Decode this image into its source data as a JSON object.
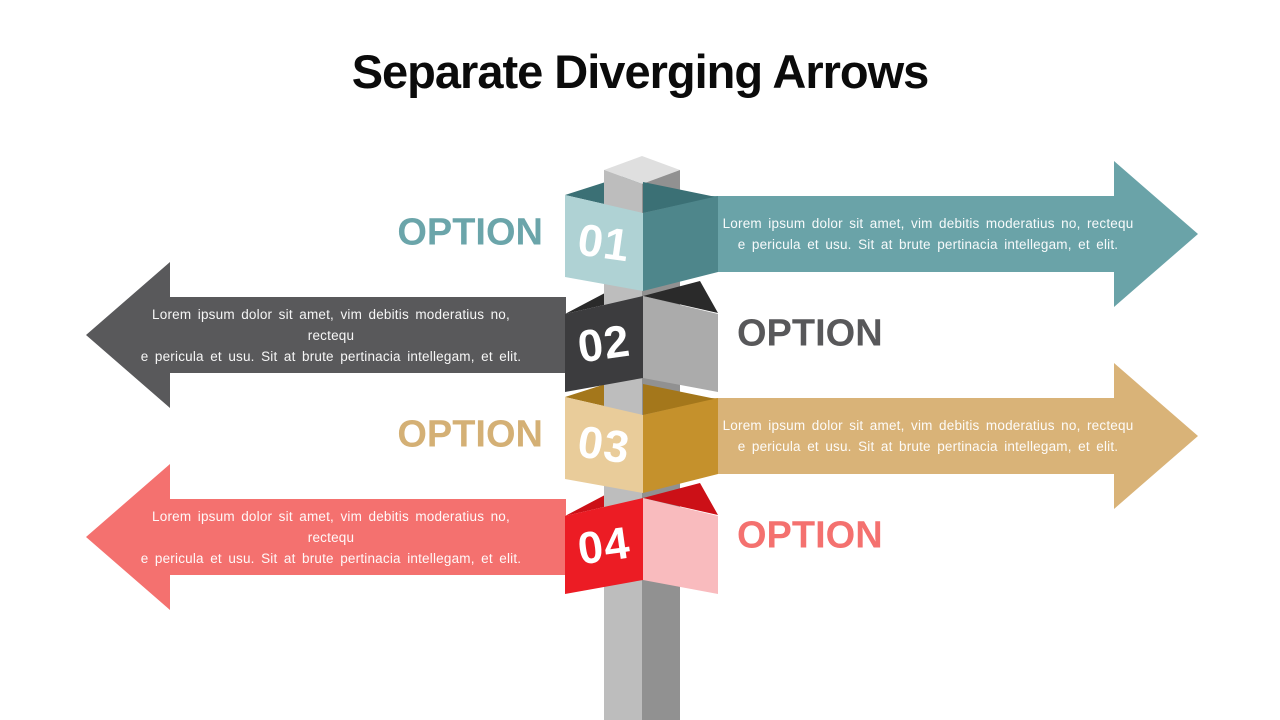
{
  "title": "Separate Diverging Arrows",
  "description": {
    "line1": "Lorem ipsum dolor sit amet, vim debitis moderatius no, rectequ",
    "line2": "e pericula et usu. Sit at brute pertinacia intellegam, et elit."
  },
  "pole": {
    "colors": {
      "cap": "#DFDFDF",
      "left": "#BDBDBD",
      "right": "#919191"
    }
  },
  "options": [
    {
      "number": "01",
      "label": "OPTION",
      "direction": "right",
      "colors": {
        "body": "#6AA3A8",
        "plate": "#AFD2D4",
        "wrap": "#4E868B",
        "top": "#3B7075",
        "label": "#6BA5AA"
      }
    },
    {
      "number": "02",
      "label": "OPTION",
      "direction": "left",
      "colors": {
        "body": "#59595B",
        "plate": "#3C3C3E",
        "wrap": "#ABABAB",
        "top": "#2A2A2A",
        "label": "#58585A"
      }
    },
    {
      "number": "03",
      "label": "OPTION",
      "direction": "right",
      "colors": {
        "body": "#D9B378",
        "plate": "#E9CC9A",
        "wrap": "#C5912C",
        "top": "#A4771B",
        "label": "#D4B075"
      }
    },
    {
      "number": "04",
      "label": "OPTION",
      "direction": "left",
      "colors": {
        "body": "#F4716F",
        "plate": "#EC1C24",
        "wrap": "#F9BBBE",
        "top": "#CC1017",
        "label": "#F4716F"
      }
    }
  ]
}
